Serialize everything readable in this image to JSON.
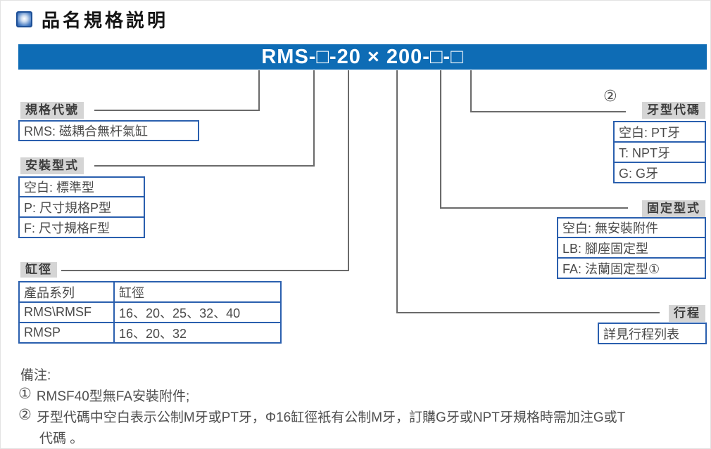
{
  "page": {
    "title": "品名規格説明"
  },
  "banner": {
    "model": "RMS-□-20 × 200-□-□"
  },
  "sections": {
    "spec_code": {
      "label": "規格代號",
      "rows": [
        "RMS: 磁耦合無杆氣缸"
      ]
    },
    "mount_type": {
      "label": "安裝型式",
      "rows": [
        "空白: 標準型",
        "P: 尺寸規格P型",
        "F: 尺寸規格F型"
      ]
    },
    "bore": {
      "label": "缸徑",
      "table": {
        "headers": [
          "產品系列",
          "缸徑"
        ],
        "rows": [
          [
            "RMS\\RMSF",
            "16、20、25、32、40"
          ],
          [
            "RMSP",
            "16、20、32"
          ]
        ]
      }
    },
    "thread_code": {
      "ref_mark": "②",
      "label": "牙型代碼",
      "rows": [
        "空白: PT牙",
        "T: NPT牙",
        "G: G牙"
      ]
    },
    "fixing_type": {
      "label": "固定型式",
      "rows": [
        "空白: 無安裝附件",
        "LB: 腳座固定型",
        "FA: 法蘭固定型①"
      ]
    },
    "stroke": {
      "label": "行程",
      "rows": [
        "詳見行程列表"
      ]
    }
  },
  "notes": {
    "heading": "備注:",
    "items": [
      {
        "mark": "①",
        "lines": [
          "RMSF40型無FA安裝附件;"
        ]
      },
      {
        "mark": "②",
        "lines": [
          "牙型代碼中空白表示公制M牙或PT牙，Φ16缸徑衹有公制M牙，訂購G牙或NPT牙規格時需加注G或T",
          "代碼 。"
        ]
      }
    ]
  },
  "colors": {
    "banner_blue": "#0e6cb5",
    "box_border_blue": "#2a5fae",
    "label_gray": "#d5d5d5",
    "line_gray": "#6a6a6a"
  }
}
